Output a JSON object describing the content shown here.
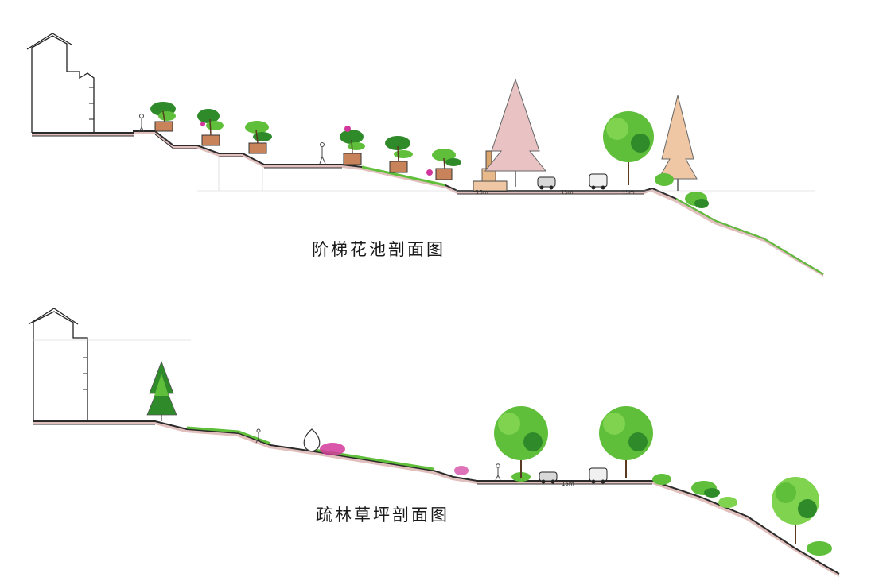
{
  "sections": [
    {
      "caption": "阶梯花池剖面图",
      "dimension_labels": [
        "15m",
        "15m",
        "15m"
      ]
    },
    {
      "caption": "疏林草坪剖面图",
      "dimension_labels": [
        "15m"
      ]
    }
  ],
  "colors": {
    "ground_line": "#2b2b2b",
    "planter_brick": "#c9835a",
    "foliage_green": "#5fbf3a",
    "foliage_dark": "#2f8a2a",
    "conifer_pink": "#e9c3c3",
    "conifer_peach": "#efc7a4",
    "flower_magenta": "#d2389b",
    "slope_soil": "#c98a86",
    "road": "#d8d8d8"
  }
}
